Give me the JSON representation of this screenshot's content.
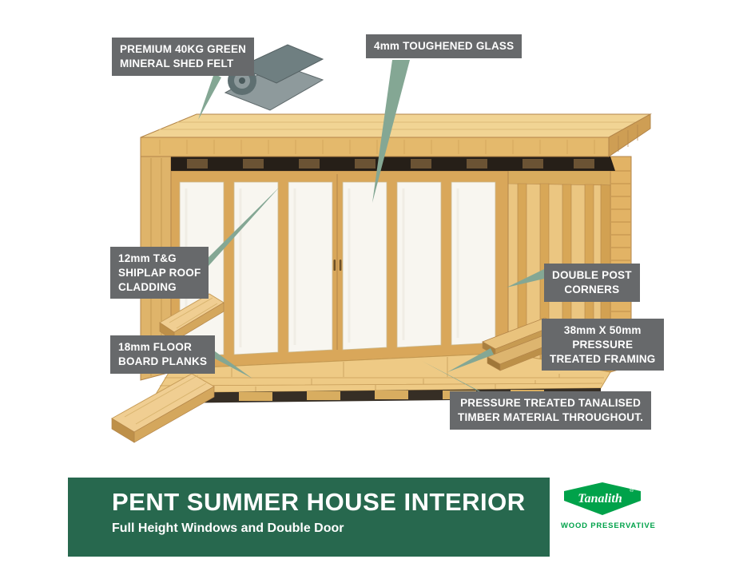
{
  "callouts": {
    "shed_felt": {
      "lines": [
        "PREMIUM 40KG GREEN",
        "MINERAL SHED FELT"
      ]
    },
    "toughened_glass": {
      "lines": [
        "4mm TOUGHENED GLASS"
      ]
    },
    "shiplap_cladding": {
      "lines": [
        "12mm T&G",
        "SHIPLAP ROOF",
        "CLADDING"
      ]
    },
    "double_post_corners": {
      "lines": [
        "DOUBLE POST",
        "CORNERS"
      ]
    },
    "floor_boards": {
      "lines": [
        "18mm FLOOR",
        "BOARD PLANKS"
      ]
    },
    "treated_framing": {
      "lines": [
        "38mm X 50mm",
        "PRESSURE",
        "TREATED FRAMING"
      ]
    },
    "tanalised_timber": {
      "lines": [
        "PRESSURE TREATED TANALISED",
        "TIMBER MATERIAL THROUGHOUT."
      ]
    }
  },
  "banner": {
    "title": "PENT SUMMER HOUSE INTERIOR",
    "subtitle": "Full Height Windows and Double Door"
  },
  "logo": {
    "brand": "Tanalith",
    "registered": "®",
    "tagline": "WOOD PRESERVATIVE"
  },
  "colors": {
    "label_background": "#67696B",
    "pointer_green": "#84A794",
    "banner_green": "#27684E",
    "tanalith_green": "#00A24A",
    "wood_light": "#F1D494",
    "wood_mid": "#D9A75A",
    "wood_dark": "#CE9E54",
    "felt_gray": "#6F7F81",
    "glass": "#F8F6F0"
  }
}
